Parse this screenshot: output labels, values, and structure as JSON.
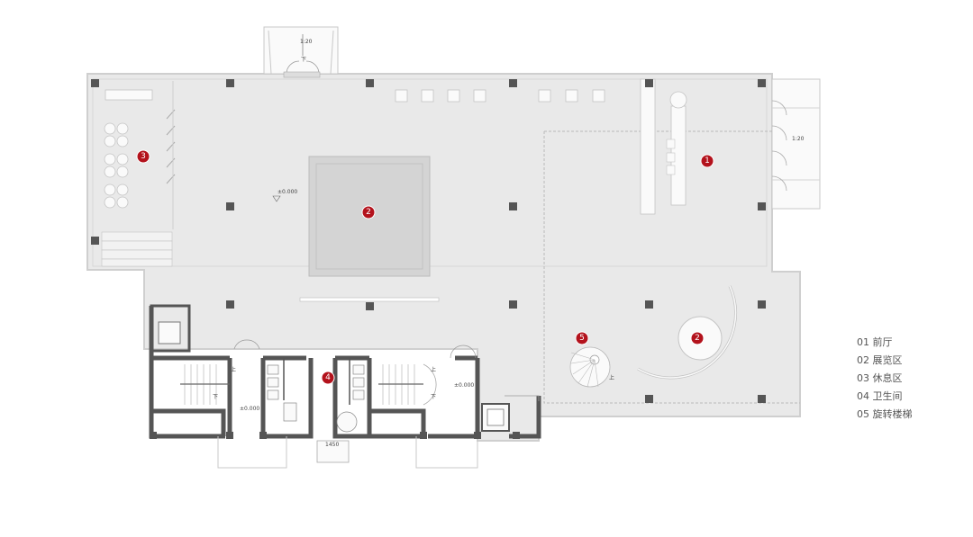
{
  "markers": [
    {
      "id": "1",
      "label": "1"
    },
    {
      "id": "2a",
      "label": "2"
    },
    {
      "id": "2b",
      "label": "2"
    },
    {
      "id": "3",
      "label": "3"
    },
    {
      "id": "4",
      "label": "4"
    },
    {
      "id": "5",
      "label": "5"
    }
  ],
  "annotations": {
    "ramp_top": "1:20",
    "ramp_right": "1:20",
    "down": "下",
    "up": "上",
    "level_main": "±0.000",
    "level_stair_left": "±0.000",
    "level_stair_right": "±0.000",
    "ramp_bottom": "1450"
  },
  "legend": [
    "01 前厅",
    "02 展览区",
    "03 休息区",
    "04 卫生间",
    "05 旋转楼梯"
  ],
  "colors": {
    "marker": "#b3121c",
    "floor": "#e9e9e9",
    "wall": "#555555",
    "column": "#555555"
  }
}
